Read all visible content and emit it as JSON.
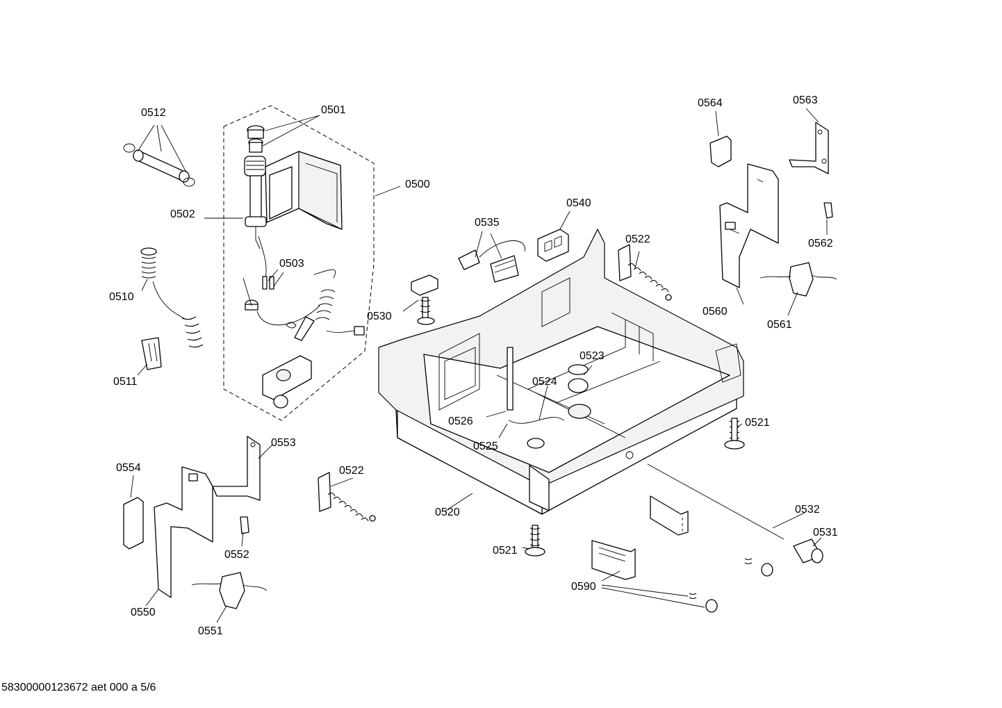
{
  "labels": {
    "l0500": "0500",
    "l0501": "0501",
    "l0502": "0502",
    "l0503": "0503",
    "l0510": "0510",
    "l0511": "0511",
    "l0512": "0512",
    "l0520": "0520",
    "l0521a": "0521",
    "l0521b": "0521",
    "l0522a": "0522",
    "l0522b": "0522",
    "l0523": "0523",
    "l0524": "0524",
    "l0525": "0525",
    "l0526": "0526",
    "l0530": "0530",
    "l0531": "0531",
    "l0532": "0532",
    "l0535": "0535",
    "l0540": "0540",
    "l0550": "0550",
    "l0551": "0551",
    "l0552": "0552",
    "l0553": "0553",
    "l0554": "0554",
    "l0560": "0560",
    "l0561": "0561",
    "l0562": "0562",
    "l0563": "0563",
    "l0564": "0564",
    "l0590": "0590"
  },
  "footer": "58300000123672 aet 000 a 5/6"
}
